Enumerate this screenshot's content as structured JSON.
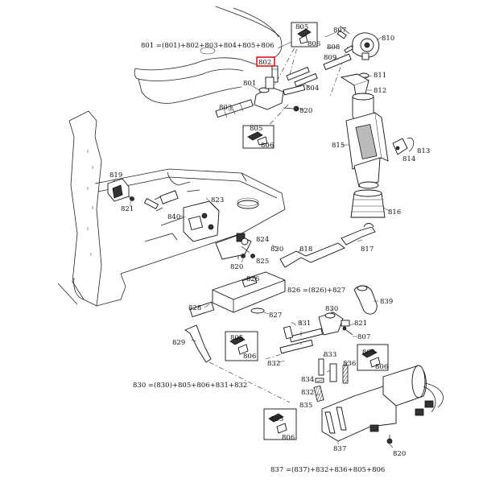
{
  "formulas": {
    "f801": "801 =(801)+802+803+804+805+806",
    "f826": "826 =(826)+827",
    "f830": "830 =(830)+805+806+831+832",
    "f837": "837 =(837)+832+836+805+806"
  },
  "highlighted_label": "802",
  "callouts": [
    {
      "id": "c805a",
      "text": "805"
    },
    {
      "id": "c806a",
      "text": "806"
    },
    {
      "id": "c807a",
      "text": "807"
    },
    {
      "id": "c808",
      "text": "808"
    },
    {
      "id": "c810",
      "text": "810"
    },
    {
      "id": "c809",
      "text": "809"
    },
    {
      "id": "c811",
      "text": "811"
    },
    {
      "id": "c812",
      "text": "812"
    },
    {
      "id": "c801",
      "text": "801"
    },
    {
      "id": "c804",
      "text": "804"
    },
    {
      "id": "c803",
      "text": "803"
    },
    {
      "id": "c820a",
      "text": "820"
    },
    {
      "id": "c805b",
      "text": "805"
    },
    {
      "id": "c806b",
      "text": "806"
    },
    {
      "id": "c815",
      "text": "815"
    },
    {
      "id": "c813",
      "text": "813"
    },
    {
      "id": "c814",
      "text": "814"
    },
    {
      "id": "c819",
      "text": "819"
    },
    {
      "id": "c821a",
      "text": "821"
    },
    {
      "id": "c823",
      "text": "823"
    },
    {
      "id": "c840",
      "text": "840"
    },
    {
      "id": "c816",
      "text": "816"
    },
    {
      "id": "c824",
      "text": "824"
    },
    {
      "id": "c820b",
      "text": "820"
    },
    {
      "id": "c818",
      "text": "818"
    },
    {
      "id": "c817",
      "text": "817"
    },
    {
      "id": "c820c",
      "text": "820"
    },
    {
      "id": "c825",
      "text": "825"
    },
    {
      "id": "c826",
      "text": "826"
    },
    {
      "id": "c839",
      "text": "839"
    },
    {
      "id": "c828",
      "text": "828"
    },
    {
      "id": "c827",
      "text": "827"
    },
    {
      "id": "c830",
      "text": "830"
    },
    {
      "id": "c831",
      "text": "831"
    },
    {
      "id": "c821b",
      "text": "821"
    },
    {
      "id": "c807b",
      "text": "807"
    },
    {
      "id": "c805c",
      "text": "805"
    },
    {
      "id": "c806c",
      "text": "806"
    },
    {
      "id": "c829",
      "text": "829"
    },
    {
      "id": "c832a",
      "text": "832"
    },
    {
      "id": "c833",
      "text": "833"
    },
    {
      "id": "c805d",
      "text": "805"
    },
    {
      "id": "c806d",
      "text": "806"
    },
    {
      "id": "c836",
      "text": "836"
    },
    {
      "id": "c834",
      "text": "834"
    },
    {
      "id": "c832b",
      "text": "832"
    },
    {
      "id": "c835",
      "text": "835"
    },
    {
      "id": "c805e",
      "text": "805"
    },
    {
      "id": "c806e",
      "text": "806"
    },
    {
      "id": "c837",
      "text": "837"
    },
    {
      "id": "c820d",
      "text": "820"
    }
  ]
}
